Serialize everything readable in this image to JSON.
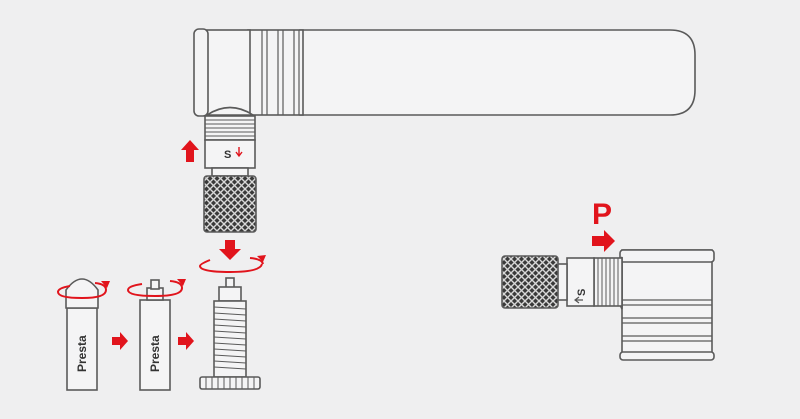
{
  "labels": {
    "valve_type": "Presta",
    "schrader_marker": "S",
    "presta_marker": "P"
  },
  "colors": {
    "background": "#efeff0",
    "accent": "#e1141c",
    "line": "#5a5a5a",
    "body_fill": "#f4f4f5"
  }
}
